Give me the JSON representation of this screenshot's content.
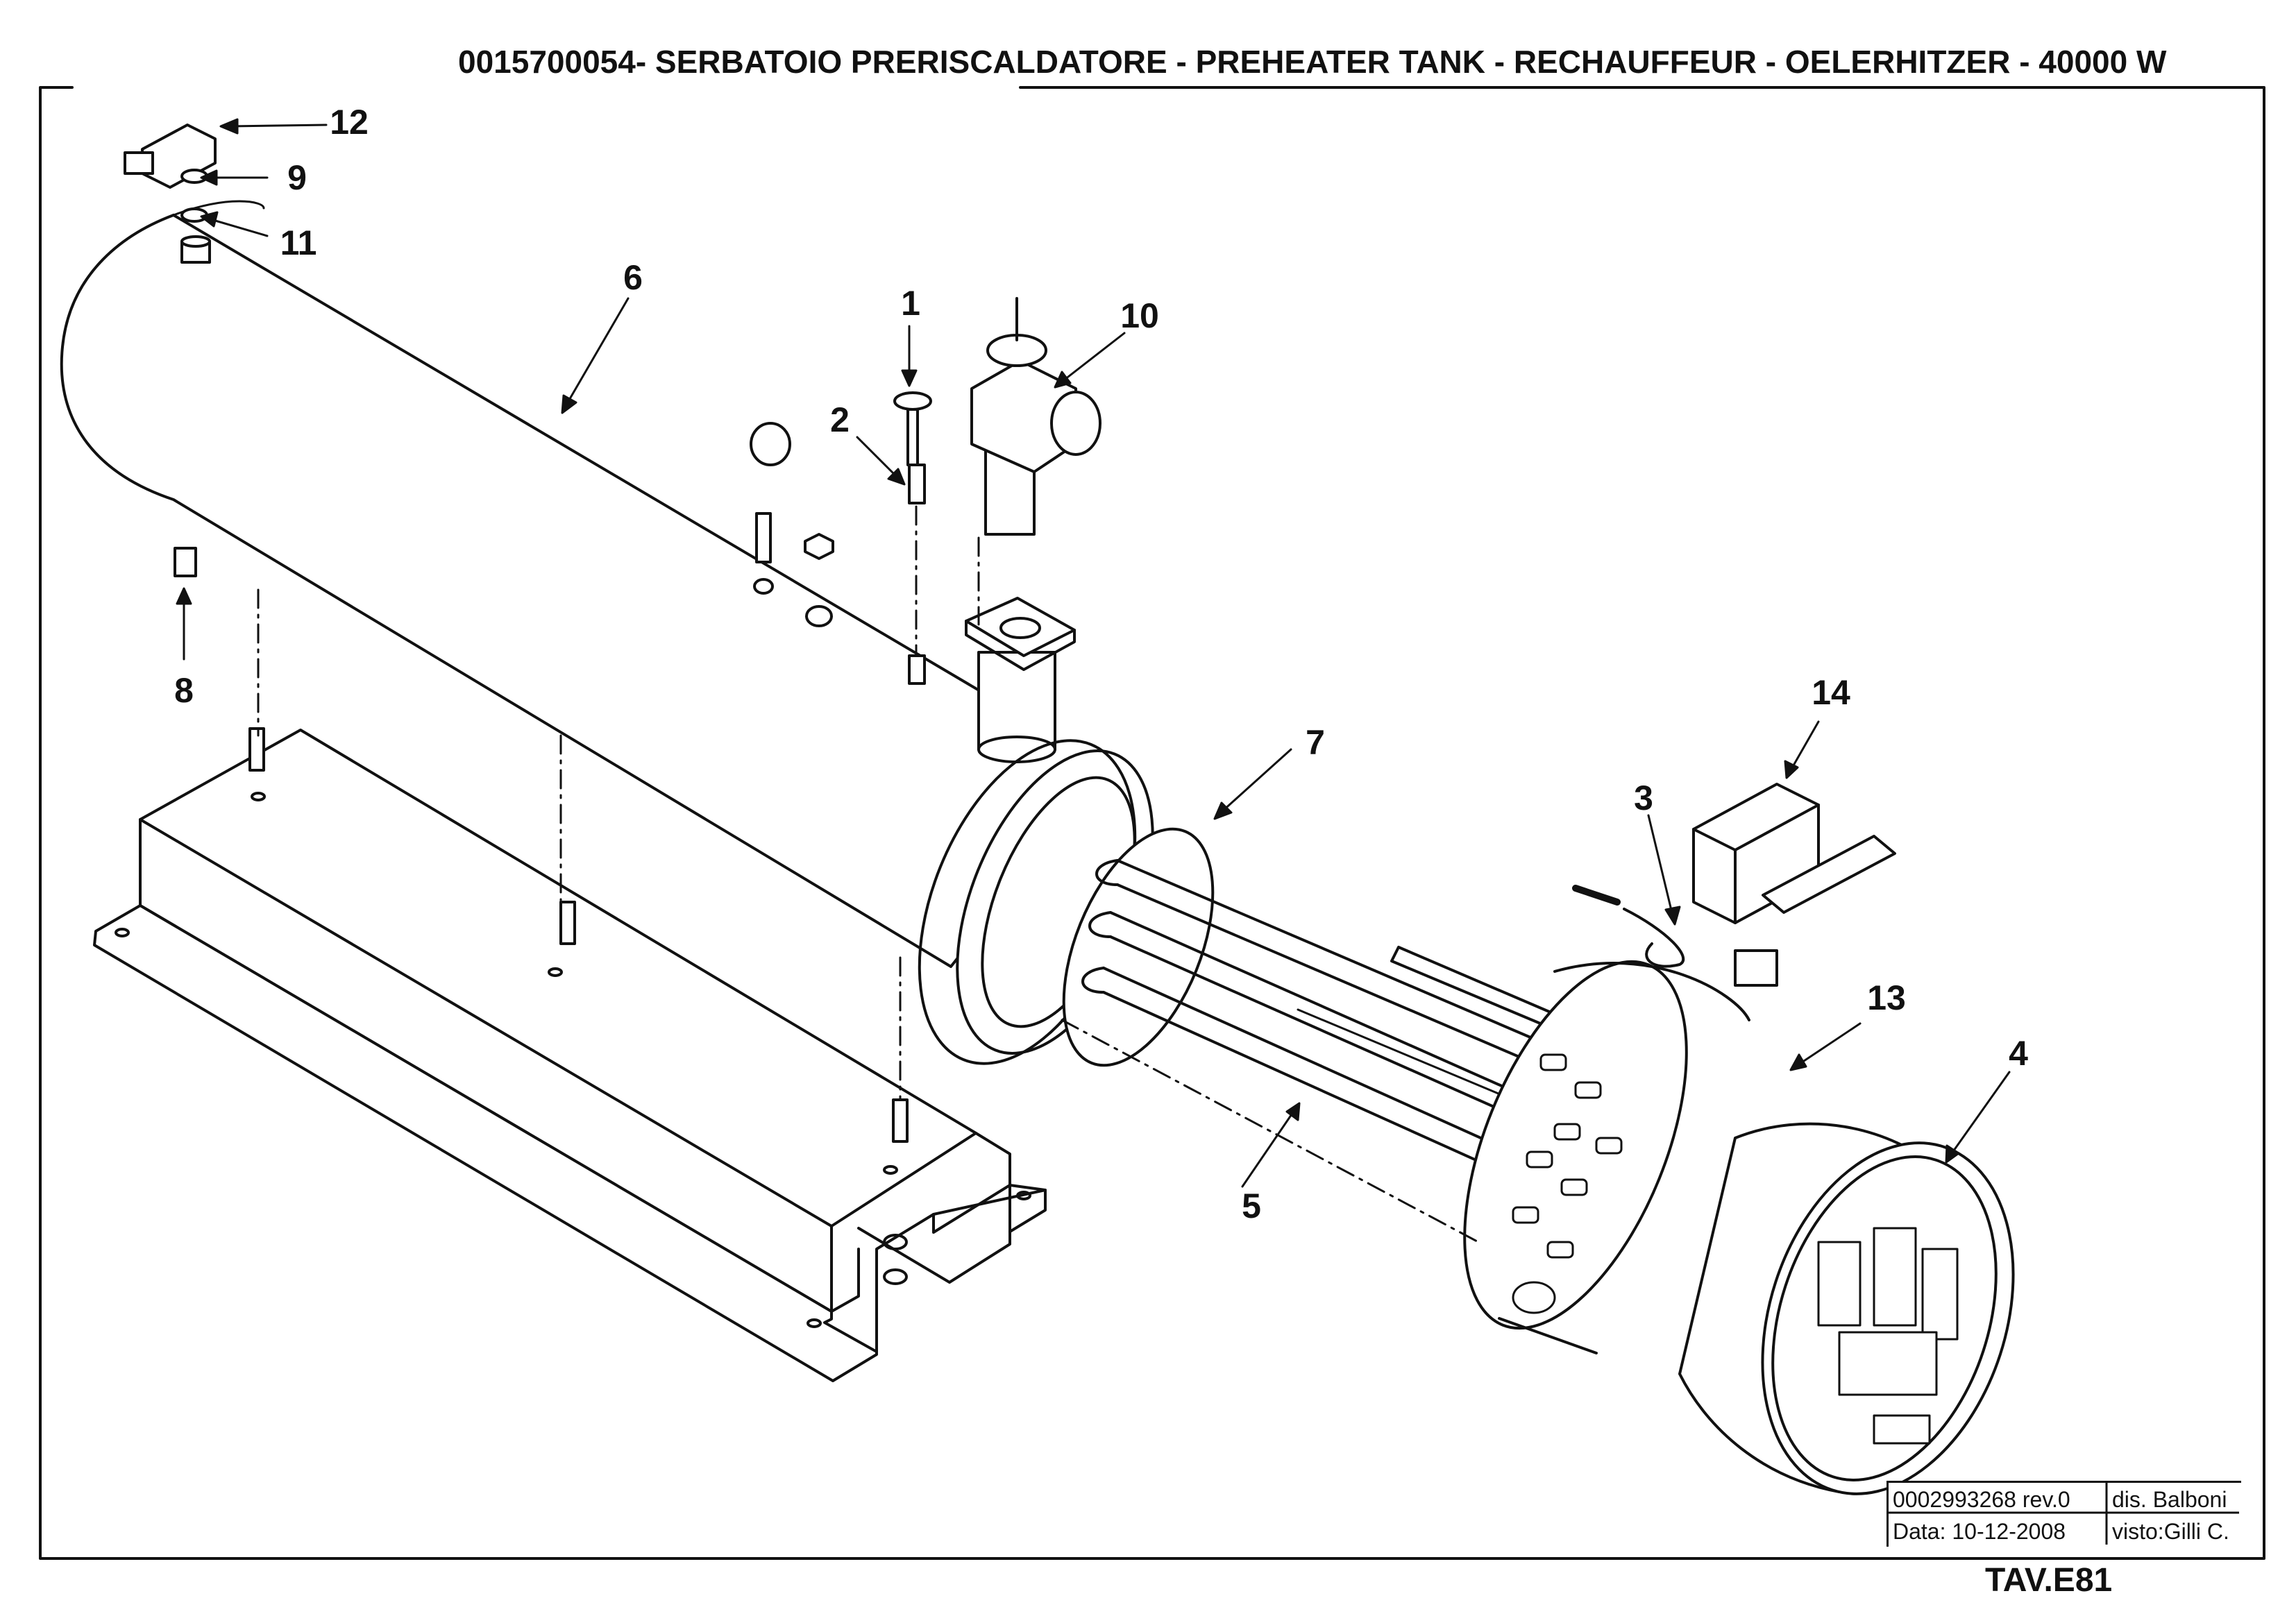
{
  "title": "0015700054- SERBATOIO PRERISCALDATORE - PREHEATER TANK - RECHAUFFEUR - OELERHITZER - 40000 W",
  "callouts": {
    "c1": "1",
    "c2": "2",
    "c3": "3",
    "c4": "4",
    "c5": "5",
    "c6": "6",
    "c7": "7",
    "c8": "8",
    "c9": "9",
    "c10": "10",
    "c11": "11",
    "c12": "12",
    "c13": "13",
    "c14": "14"
  },
  "title_block": {
    "code": "0002993268 rev.0",
    "drawn_by": "dis. Balboni",
    "date": "Data: 10-12-2008",
    "checked_by": "visto:Gilli C."
  },
  "sheet_id": "TAV.E81"
}
